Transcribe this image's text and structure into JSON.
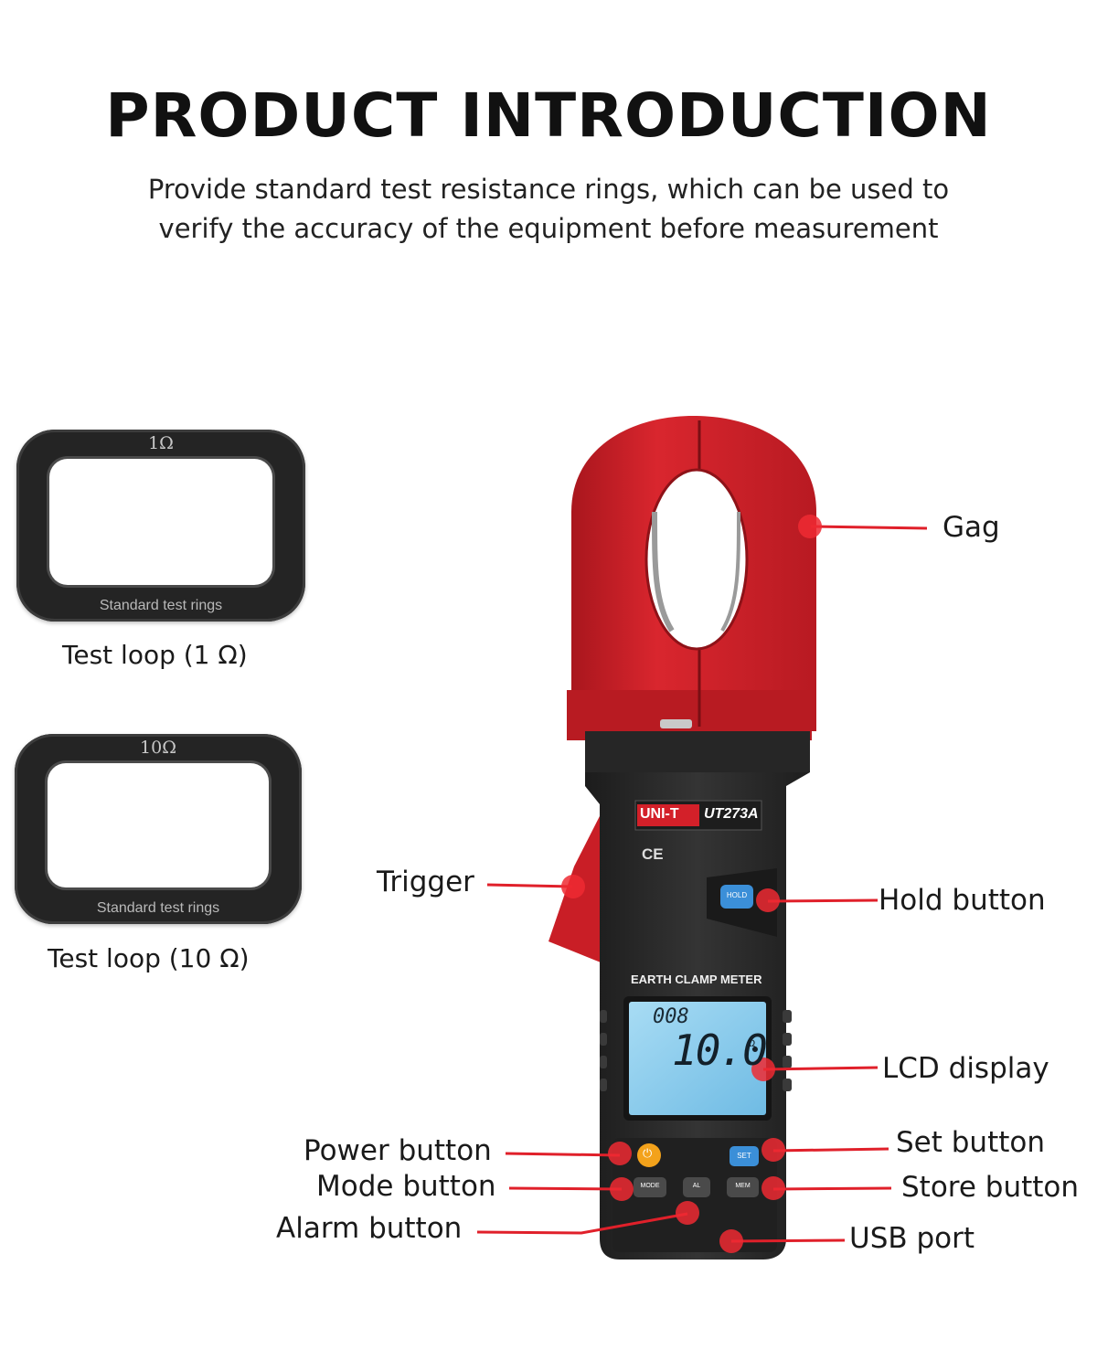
{
  "header": {
    "title": "PRODUCT INTRODUCTION",
    "subtitle_line1": "Provide standard test resistance rings, which can be used to",
    "subtitle_line2": "verify the accuracy of the equipment before measurement"
  },
  "rings": [
    {
      "value": "1Ω",
      "ring_text": "Standard test rings",
      "caption": "Test loop (1 Ω)"
    },
    {
      "value": "10Ω",
      "ring_text": "Standard test rings",
      "caption": "Test loop (10 Ω)"
    }
  ],
  "device": {
    "brand": "UNI-T",
    "model": "UT273A",
    "ce_mark": "CE",
    "panel_title": "EARTH CLAMP METER",
    "lcd_top": "008",
    "lcd_main": "10.0",
    "lcd_unit": "Ω",
    "buttons": {
      "hold": "HOLD",
      "set": "SET",
      "mode": "MODE",
      "al": "AL",
      "mem": "MEM"
    }
  },
  "callouts": {
    "gag": "Gag",
    "trigger": "Trigger",
    "hold": "Hold button",
    "lcd": "LCD display",
    "power": "Power button",
    "set": "Set button",
    "mode": "Mode button",
    "store": "Store button",
    "alarm": "Alarm button",
    "usb": "USB port"
  },
  "colors": {
    "clamp_red": "#cc1f27",
    "body_dark": "#2a2a2a",
    "callout_red": "#e0202a",
    "lcd_blue": "#8ed0f0",
    "hold_blue": "#3b8fd8",
    "power_orange": "#f3a21b"
  }
}
